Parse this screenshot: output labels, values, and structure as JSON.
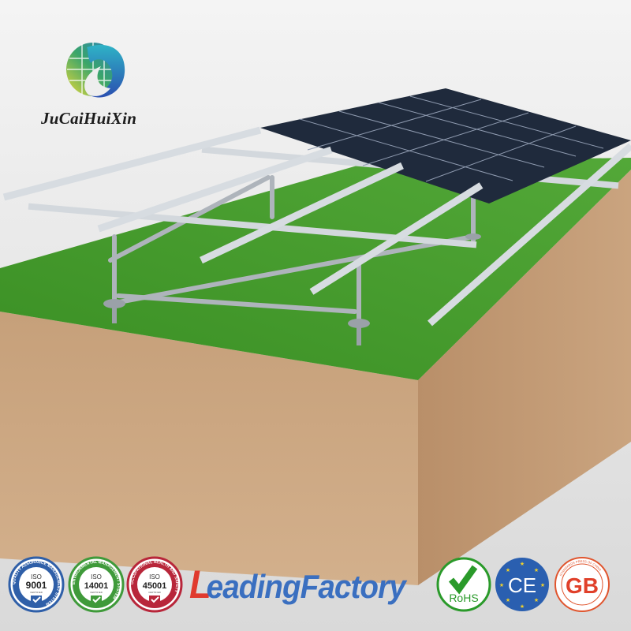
{
  "brand": {
    "name": "JuCaiHuiXin"
  },
  "banner": {
    "leading_first_letter": "L",
    "leading_rest": "eadingFactory",
    "leading_full": "LeadingFactory"
  },
  "certifications": [
    {
      "iso": "ISO",
      "number": "9001",
      "certified": "CERTIFIED",
      "ring": "QUALITY ASSURANCE MANAGEMENT SYSTEM",
      "color": "#2f5fa8"
    },
    {
      "iso": "ISO",
      "number": "14001",
      "certified": "CERTIFIED",
      "ring": "ENVIRONMENTAL MANAGEMENT SYSTEM",
      "color": "#3f9a3a"
    },
    {
      "iso": "ISO",
      "number": "45001",
      "certified": "CERTIFIED",
      "ring": "OCCUPATIONAL HEALTH AND SAFETY",
      "color": "#b8263a"
    }
  ],
  "marks": {
    "rohs": "RoHS",
    "ce": "CE",
    "gb": "GB",
    "gb_ring": "STANDARDS PRESS OF CHINA"
  },
  "colors": {
    "grass": "#3f9a2a",
    "soil": "#c9a27c",
    "rail": "#c9ced4",
    "panel": "#1f2a3c"
  }
}
